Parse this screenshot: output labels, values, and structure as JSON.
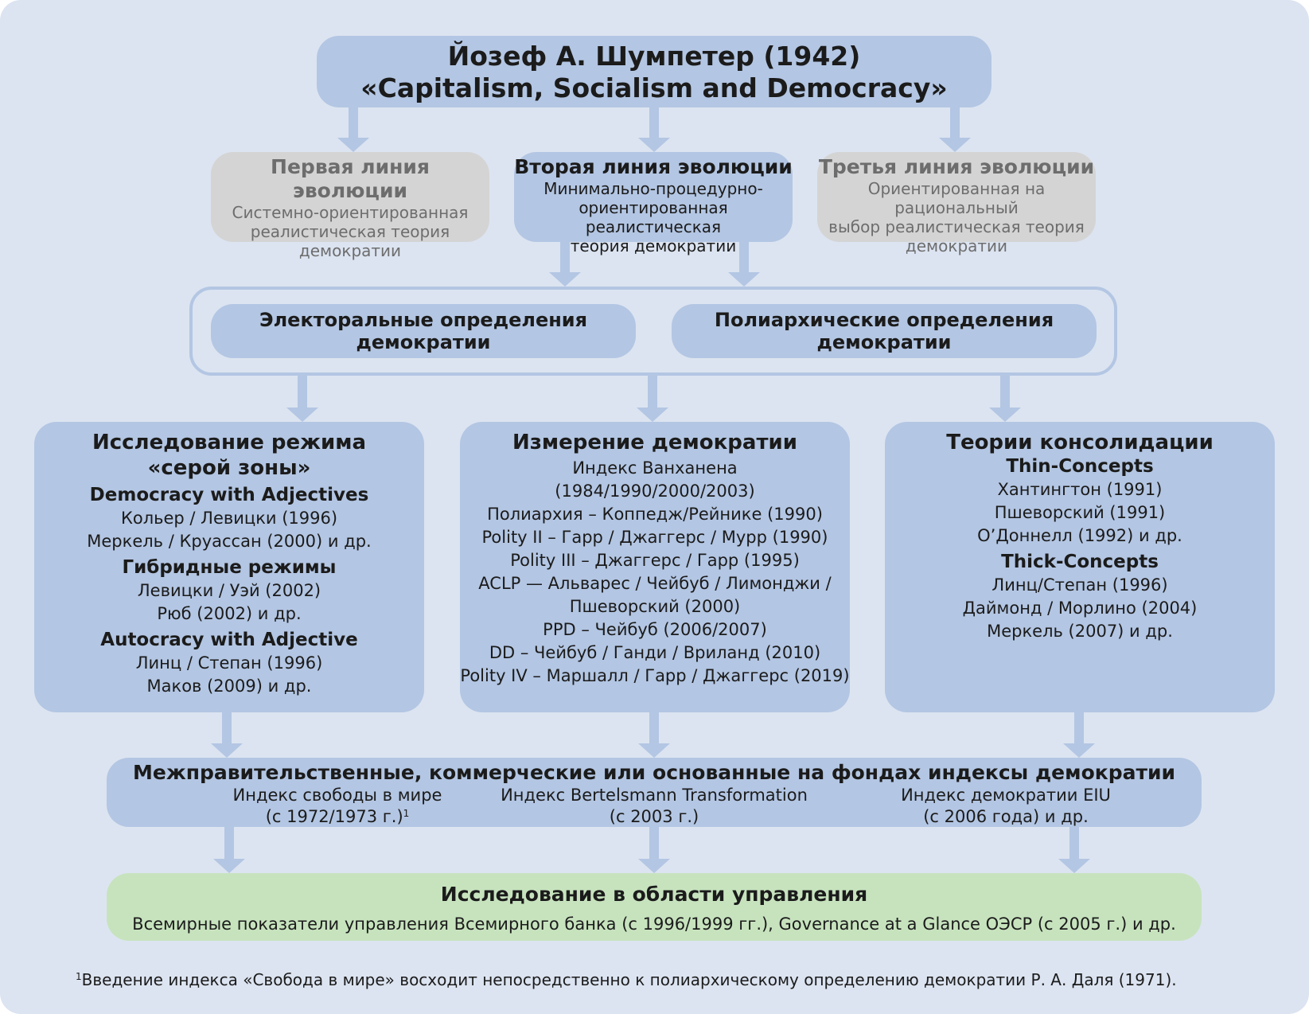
{
  "title": {
    "line1": "Йозеф А. Шумпетер (1942)",
    "line2": "«Capitalism, Socialism and Democracy»"
  },
  "evolution": [
    {
      "heading": "Первая линия эволюции",
      "lines": [
        "Системно-ориентированная",
        "реалистическая теория",
        "демократии"
      ]
    },
    {
      "heading": "Вторая линия эволюции",
      "lines": [
        "Минимально-процедурно-",
        "ориентированная реалистическая",
        "теория демократии"
      ]
    },
    {
      "heading": "Третья линия эволюции",
      "lines": [
        "Ориентированная на рациональный",
        "выбор реалистическая теория",
        "демократии"
      ]
    }
  ],
  "definitions": {
    "electoral": [
      "Электоральные определения",
      "демократии"
    ],
    "polyarchic": [
      "Полиархические определения",
      "демократии"
    ]
  },
  "gray_zone": {
    "heading": [
      "Исследование режима",
      "«серой зоны»"
    ],
    "groups": [
      {
        "sub": "Democracy with Adjectives",
        "items": [
          "Кольер / Левицки (1996)",
          "Меркель / Круассан (2000) и др."
        ]
      },
      {
        "sub": "Гибридные режимы",
        "items": [
          "Левицки / Уэй (2002)",
          "Рюб (2002) и др."
        ]
      },
      {
        "sub": "Autocracy with Adjective",
        "items": [
          "Линц / Степан (1996)",
          "Маков (2009) и др."
        ]
      }
    ]
  },
  "measurement": {
    "heading": "Измерение демократии",
    "items": [
      "Индекс Ванханена",
      "(1984/1990/2000/2003)",
      "Полиархия – Коппедж/Рейнике (1990)",
      "Polity II – Гарр / Джаггерс / Мурр (1990)",
      "Polity III – Джаггерс / Гарр (1995)",
      "ACLP — Альварес / Чейбуб / Лимонджи /",
      "Пшеворский (2000)",
      "PPD – Чейбуб (2006/2007)",
      "DD – Чейбуб / Ганди / Вриланд (2010)",
      "Polity IV – Маршалл / Гарр / Джаггерс (2019)"
    ]
  },
  "consolidation": {
    "heading": "Теории консолидации",
    "groups": [
      {
        "sub": "Thin-Concepts",
        "items": [
          "Хантингтон (1991)",
          "Пшеворский (1991)",
          "О’Доннелл (1992) и др."
        ]
      },
      {
        "sub": "Thick-Concepts",
        "items": [
          "Линц/Степан (1996)",
          "Даймонд / Морлино (2004)",
          "Меркель (2007) и др."
        ]
      }
    ]
  },
  "indices": {
    "heading": "Межправительственные, коммерческие или основанные на фондах индексы демократии",
    "items": [
      {
        "line1": "Индекс свободы в мире",
        "line2": "(с 1972/1973 г.)",
        "note": "1"
      },
      {
        "line1": "Индекс Bertelsmann Transformation",
        "line2": "(с 2003 г.)"
      },
      {
        "line1": "Индекс демократии EIU",
        "line2": "(с 2006 года) и др."
      }
    ]
  },
  "governance": {
    "heading": "Исследование в области управления",
    "text": "Всемирные показатели управления Всемирного банка (с 1996/1999 гг.), Governance at a Glance ОЭСР (с 2005 г.) и др."
  },
  "footnote": {
    "mark": "1",
    "text": "Введение индекса «Свобода в мире» восходит непосредственно к полиархическому определению демократии Р. А. Даля (1971)."
  },
  "colors": {
    "background": "#dce4f1",
    "box_blue": "#b3c6e3",
    "box_grey": "#d4d4d4",
    "box_green": "#c7e3be",
    "arrow": "#b3c6e3"
  }
}
